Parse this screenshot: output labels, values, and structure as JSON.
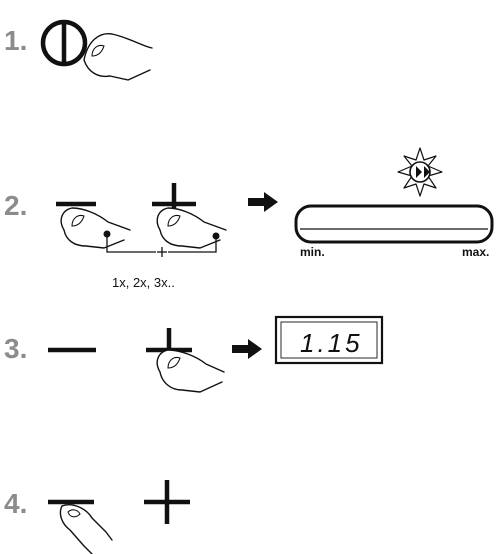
{
  "steps": [
    {
      "number": "1."
    },
    {
      "number": "2.",
      "repeat_label": "1x, 2x, 3x..",
      "scale_min": "min.",
      "scale_max": "max."
    },
    {
      "number": "3.",
      "display_value": "1.15"
    },
    {
      "number": "4."
    }
  ],
  "colors": {
    "step_number": "#8c8c8c",
    "line": "#111111",
    "background": "#ffffff"
  },
  "icons": [
    "power-icon",
    "minus-icon",
    "plus-icon",
    "arrow-right-icon",
    "finger-icon",
    "sun-icon",
    "level-bar-icon",
    "lcd-display"
  ]
}
